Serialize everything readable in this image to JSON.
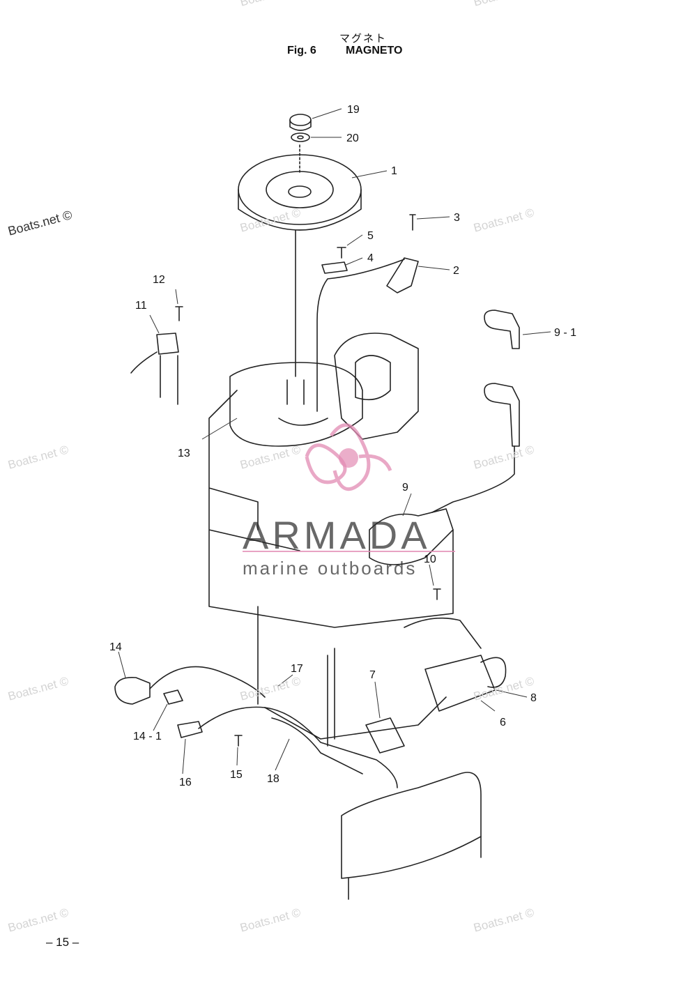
{
  "title": {
    "japanese": "マグネト",
    "fig": "Fig. 6",
    "name": "MAGNETO"
  },
  "page_number": "– 15 –",
  "watermark": {
    "text": "Boats.net ©"
  },
  "brand": {
    "name": "ARMADA",
    "subtitle": "marine outboards",
    "accent_color": "#e28cb4"
  },
  "callouts": [
    "19",
    "20",
    "1",
    "3",
    "5",
    "4",
    "2",
    "12",
    "11",
    "9 - 1",
    "13",
    "9",
    "10",
    "14",
    "17",
    "7",
    "8",
    "6",
    "14 - 1",
    "16",
    "15",
    "18"
  ]
}
